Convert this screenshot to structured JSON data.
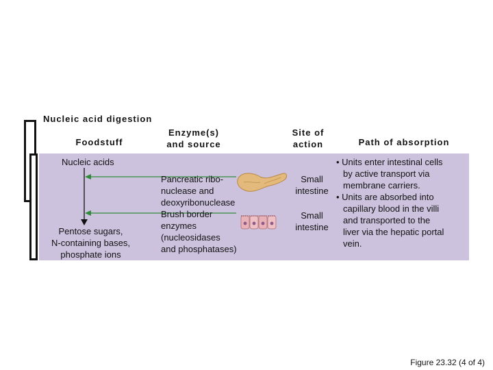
{
  "table": {
    "title": "Nucleic acid digestion",
    "headers": {
      "foodstuff": "Foodstuff",
      "enzyme": [
        "Enzyme(s)",
        "and source"
      ],
      "site": [
        "Site of",
        "action"
      ],
      "path": "Path of absorption"
    },
    "foodstuff_start": "Nucleic acids",
    "foodstuff_end": [
      "Pentose sugars,",
      "N-containing bases,",
      "phosphate ions"
    ],
    "enzymes": [
      "Pancreatic ribo-",
      "nuclease and",
      "deoxyribonuclease",
      "Brush border",
      "enzymes",
      "(nucleosidases",
      "and phosphatases)"
    ],
    "sites": [
      [
        "Small",
        "intestine"
      ],
      [
        "Small",
        "intestine"
      ]
    ],
    "absorption": [
      "• Units enter intestinal cells",
      "by active transport via",
      "membrane carriers.",
      "• Units are absorbed into",
      "capillary blood in the villi",
      "and transported to the",
      "liver via the hepatic portal",
      "vein."
    ]
  },
  "icons": [
    "pancreas-icon",
    "intestinal-cells-icon"
  ],
  "caption": "Figure 23.32 (4 of 4)",
  "colors": {
    "panel": "#cdc2de",
    "arrow": "#2f8a3a",
    "pancreas": "#e3b97c",
    "cells": "#e8b2b8"
  }
}
